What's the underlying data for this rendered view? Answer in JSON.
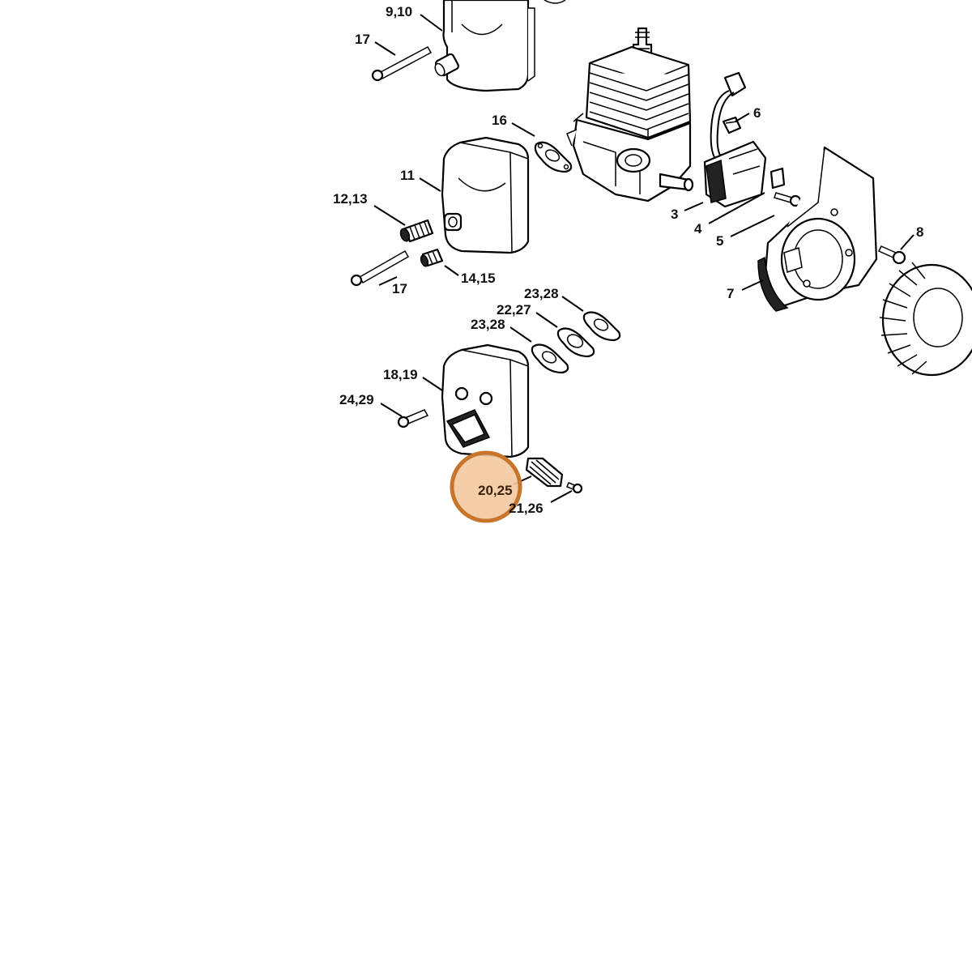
{
  "labels": {
    "l_9_10": "9,10",
    "l_17a": "17",
    "l_16": "16",
    "l_11": "11",
    "l_12_13": "12,13",
    "l_14_15": "14,15",
    "l_17b": "17",
    "l_6": "6",
    "l_3": "3",
    "l_4": "4",
    "l_5": "5",
    "l_8": "8",
    "l_7": "7",
    "l_23_28a": "23,28",
    "l_22_27": "22,27",
    "l_23_28b": "23,28",
    "l_18_19": "18,19",
    "l_24_29": "24,29",
    "l_20_25": "20,25",
    "l_21_26": "21,26"
  },
  "highlight": {
    "label": "20,25",
    "color": "#c8742a",
    "fill": "#f2c9a0"
  }
}
